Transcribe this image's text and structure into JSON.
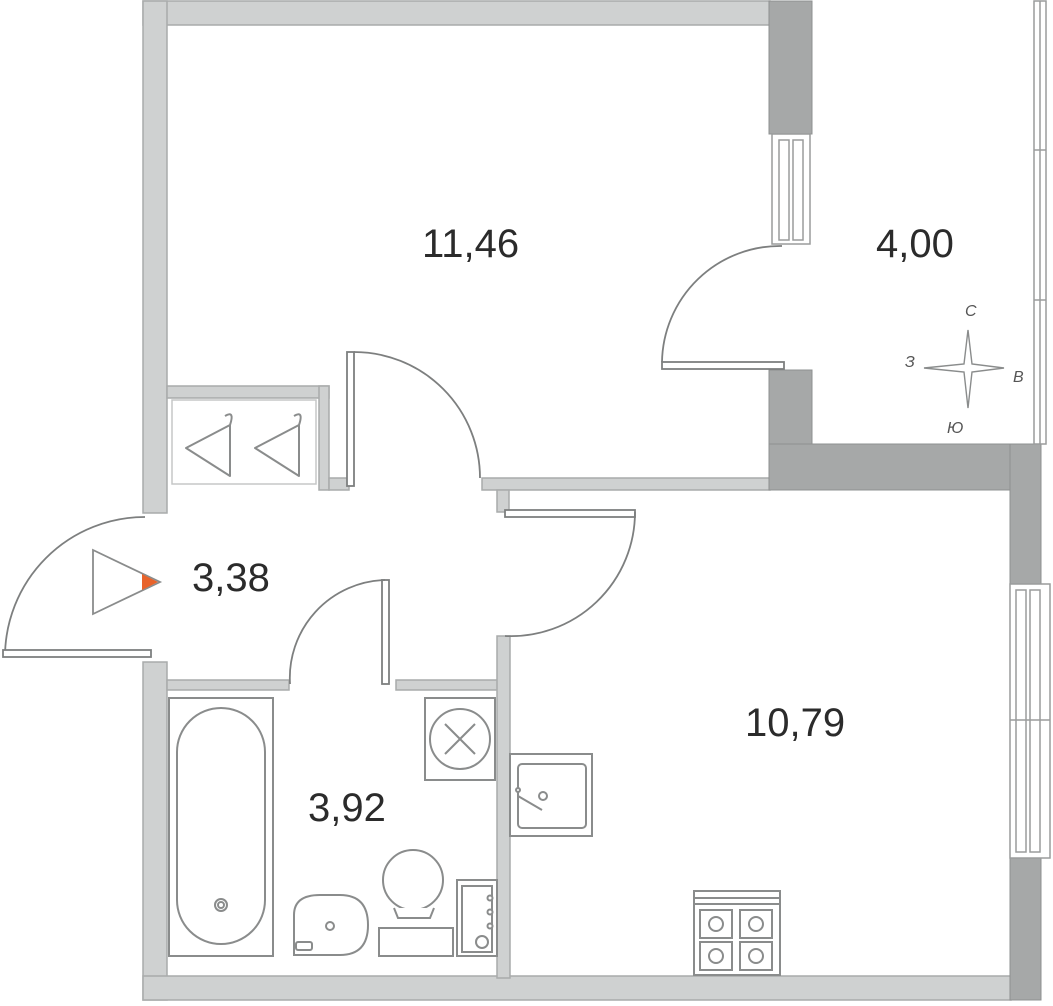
{
  "rooms": [
    {
      "id": "living",
      "area": "11,46"
    },
    {
      "id": "balcony",
      "area": "4,00"
    },
    {
      "id": "hall",
      "area": "3,38"
    },
    {
      "id": "bathroom",
      "area": "3,92"
    },
    {
      "id": "kitchen",
      "area": "10,79"
    }
  ],
  "compass": {
    "north": "С",
    "south": "Ю",
    "west": "З",
    "east": "В"
  },
  "colors": {
    "wall": "#cfd1d1",
    "wall_outline": "#a9abab",
    "wall_dark": "#a6a8a8",
    "line": "#7d7f7f",
    "entrance_marker": "#e8632b"
  }
}
